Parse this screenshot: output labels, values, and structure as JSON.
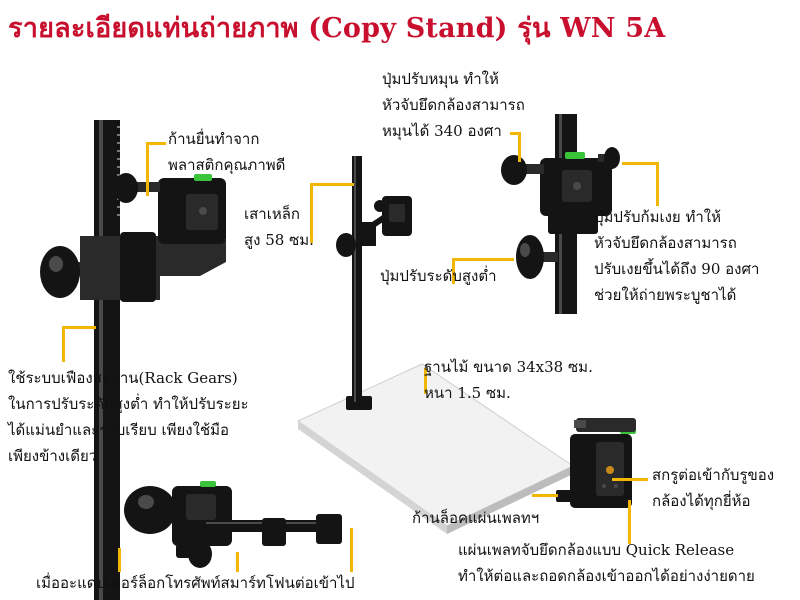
{
  "title": "รายละเอียดแท่นถ่ายภาพ (Copy Stand) รุ่น WN 5A",
  "colors": {
    "title": "#c8102e",
    "leader_lines": "#f2b705",
    "text": "#111111",
    "base": "#f2f2f2"
  },
  "captions": {
    "arm": [
      "ก้านยื่นทำจาก",
      "พลาสติกคุณภาพดี"
    ],
    "post": [
      "เสาเหล็ก",
      "สูง 58 ซม."
    ],
    "rotate_knob": [
      "ปุ่มปรับหมุน ทำให้",
      "หัวจับยึดกล้องสามารถ",
      "หมุนได้ 340 องศา"
    ],
    "tilt_knob": [
      "ปุ่มปรับก้มเงย ทำให้",
      "หัวจับยึดกล้องสามารถ",
      "ปรับเงยขึ้นได้ถึง 90 องศา",
      "ช่วยให้ถ่ายพระบูชาได้"
    ],
    "height_knob": [
      "ปุ่มปรับระดับสูงต่ำ"
    ],
    "rack_gears": [
      "ใช้ระบบเฟืองสะพาน(Rack Gears)",
      "ในการปรับระดับสูงต่ำ ทำให้ปรับระยะ",
      "ได้แม่นยำและราบเรียบ เพียงใช้มือ",
      "เพียงข้างเดียว"
    ],
    "base": [
      "ฐานไม้ ขนาด 34x38 ซม.",
      "หนา 1.5 ซม."
    ],
    "screw": [
      "สกรูต่อเข้ากับรูของ",
      "กล้องได้ทุกยี่ห้อ"
    ],
    "lock_lever": [
      "ก้านล็อคแผ่นเพลทฯ"
    ],
    "quick_release": [
      "แผ่นเพลทจับยึดกล้องแบบ Quick Release",
      "ทำให้ต่อและถอดกล้องเข้าออกได้อย่างง่ายดาย"
    ],
    "phone_adapter": [
      "เมื่ออะแดปเตอร์ล็อกโทรศัพท์สมาร์ทโฟนต่อเข้าไป"
    ]
  }
}
